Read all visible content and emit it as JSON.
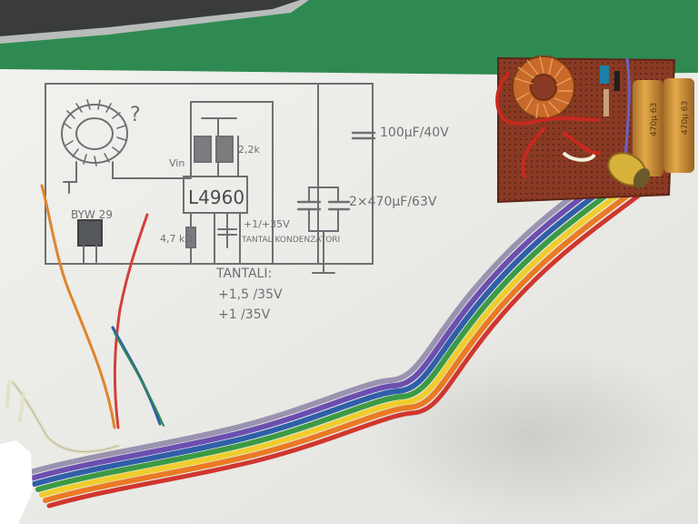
{
  "schematic": {
    "question_mark": "?",
    "chip_label": "L4960",
    "vin_label": "Vin",
    "resistor_label_top": "2,2k",
    "diode_label": "BYW 29",
    "resistor_label_left": "4,7 kΩ",
    "cap_top_label": "100µF/40V",
    "cap_right_label": "2×470µF/63V",
    "tantal_cap_label": "+1/+35V",
    "tantal_note": "TANTAL KONDENZATORI",
    "tantal_heading": "TANTALI:",
    "tantal_line1": "+1,5 /35V",
    "tantal_line2": "+1 /35V"
  },
  "board": {
    "cap1_label": "470µ 63",
    "cap2_label": "470µ 63"
  },
  "colors": {
    "table": "#2f8a52",
    "paper": "#eeeeea",
    "ink": "#6f6f73",
    "pcb": "#8a3a24",
    "copper": "#c9692a",
    "electrolytic": "#d99a3a"
  }
}
